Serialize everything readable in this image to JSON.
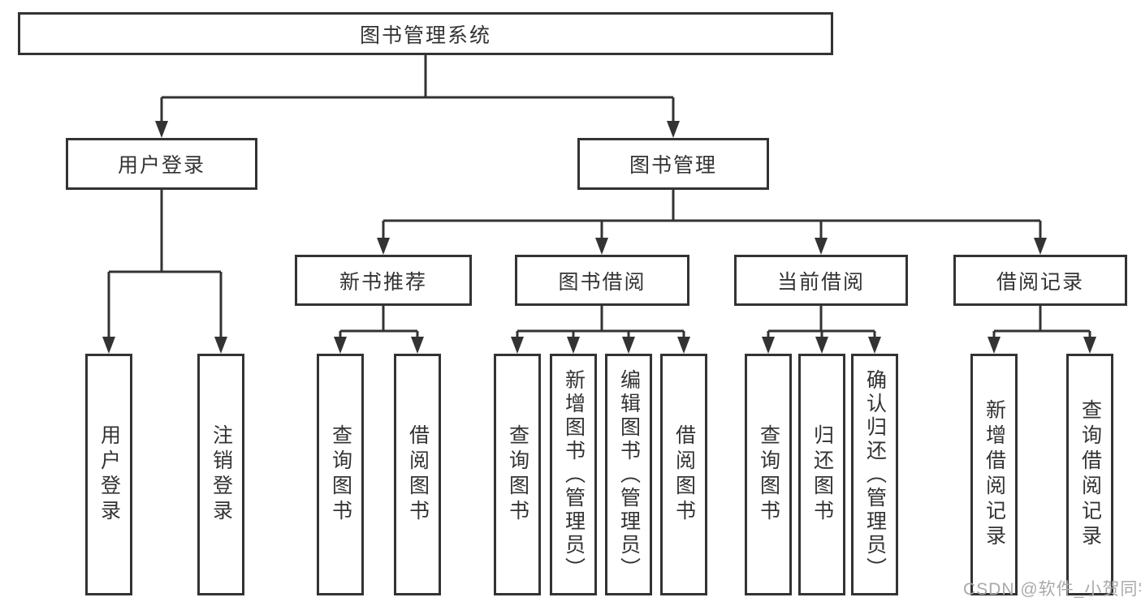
{
  "diagram": {
    "root": {
      "label": "图书管理系统"
    },
    "level2": [
      {
        "label": "用户登录",
        "leaves": [
          {
            "label": "用户登录"
          },
          {
            "label": "注销登录"
          }
        ]
      },
      {
        "label": "图书管理"
      }
    ],
    "level3": [
      {
        "label": "新书推荐",
        "leaves": [
          {
            "label": "查询图书"
          },
          {
            "label": "借阅图书"
          }
        ]
      },
      {
        "label": "图书借阅",
        "leaves": [
          {
            "label": "查询图书"
          },
          {
            "label": "新增图书（管理员）"
          },
          {
            "label": "编辑图书（管理员）"
          },
          {
            "label": "借阅图书"
          }
        ]
      },
      {
        "label": "当前借阅",
        "leaves": [
          {
            "label": "查询图书"
          },
          {
            "label": "归还图书"
          },
          {
            "label": "确认归还（管理员）"
          }
        ]
      },
      {
        "label": "借阅记录",
        "leaves": [
          {
            "label": "新增借阅记录"
          },
          {
            "label": "查询借阅记录"
          }
        ]
      }
    ]
  },
  "watermark": {
    "text": "CSDN @软件_小贺同学"
  },
  "colors": {
    "line": "#333333",
    "text": "#333333",
    "box_background": "#ffffff",
    "watermark": "#a9a9a9"
  }
}
